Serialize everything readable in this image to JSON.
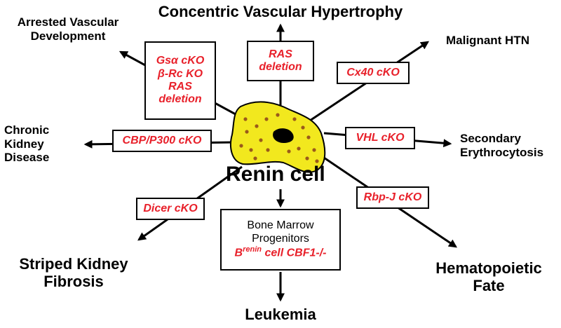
{
  "center": {
    "label": "Renin cell",
    "cell_color": "#f2e81e",
    "nucleus_color": "#000000",
    "granule_color": "#9a5a1a"
  },
  "outcomes": {
    "top": "Concentric Vascular Hypertrophy",
    "top_left_line1": "Arrested Vascular",
    "top_left_line2": "Development",
    "top_right": "Malignant HTN",
    "left_line1": "Chronic",
    "left_line2": "Kidney",
    "left_line3": "Disease",
    "right_line1": "Secondary",
    "right_line2": "Erythrocytosis",
    "bottom_left_line1": "Striped Kidney",
    "bottom_left_line2": "Fibrosis",
    "bottom_right_line1": "Hematopoietic",
    "bottom_right_line2": "Fate",
    "bottom": "Leukemia"
  },
  "mutations": {
    "top_left": [
      "Gsα cKO",
      "β-Rc KO",
      "RAS",
      "deletion"
    ],
    "top": [
      "RAS",
      "deletion"
    ],
    "top_right": "Cx40 cKO",
    "left": "CBP/P300 cKO",
    "right": "VHL cKO",
    "bottom_left": "Dicer cKO",
    "bottom_right": "Rbp-J cKO",
    "bottom": {
      "line1": "Bone Marrow",
      "line2": "Progenitors",
      "b": "B",
      "sup": "renin",
      "rest": " cell CBF1-/-"
    }
  },
  "colors": {
    "mutation_text": "#e8202a",
    "arrow": "#000000"
  }
}
